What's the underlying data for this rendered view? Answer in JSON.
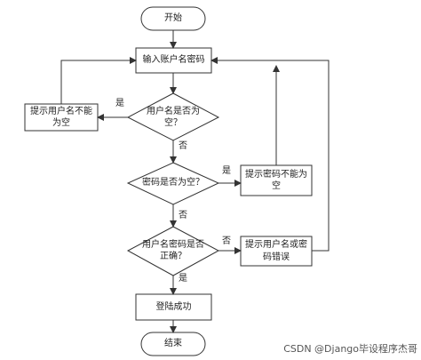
{
  "flowchart": {
    "start": "开始",
    "input": "输入账户名密码",
    "check_username": "用户名是否为\n空？",
    "username_empty_msg": "提示用户名不能\n为空",
    "check_password": "密码是否为空？",
    "password_empty_msg": "提示密码不能为\n空",
    "check_match": "用户名密码是否\n正确？",
    "mismatch_msg": "提示用户名或密\n码错误",
    "success": "登陆成功",
    "end": "结束"
  },
  "edge_labels": {
    "username_yes": "是",
    "username_no": "否",
    "password_yes": "是",
    "password_no": "否",
    "match_no": "否",
    "match_yes": "是"
  },
  "watermark": "CSDN @Django毕设程序杰哥"
}
